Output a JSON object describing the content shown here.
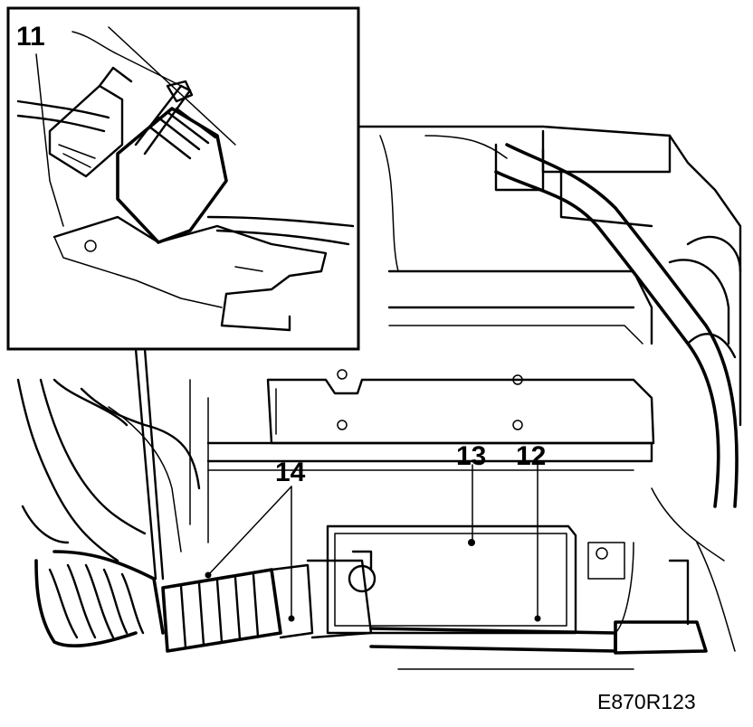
{
  "callouts": {
    "detail": "11",
    "right": "12",
    "middle": "13",
    "left": "14"
  },
  "figure_code": "E870R123",
  "colors": {
    "ink": "#000000",
    "paper": "#ffffff"
  }
}
